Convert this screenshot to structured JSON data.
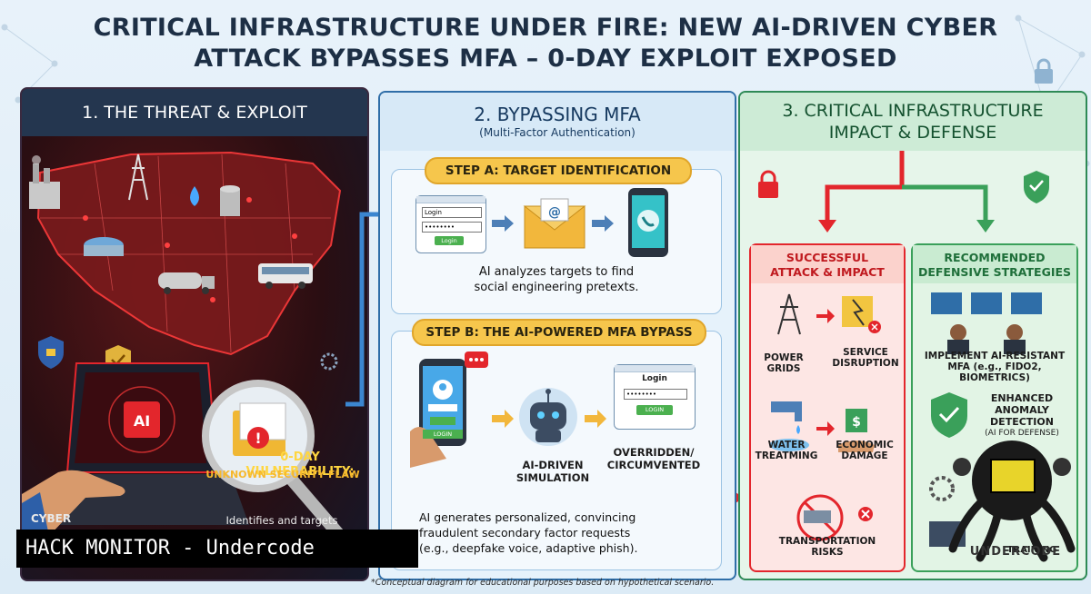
{
  "title": {
    "line1": "CRITICAL INFRASTRUCTURE UNDER FIRE: NEW AI-DRIVEN CYBER",
    "line2": "ATTACK BYPASSES MFA – 0-DAY EXPLOIT EXPOSED"
  },
  "panel1": {
    "heading": "1. THE THREAT & EXPLOIT",
    "ai_screen": "AI",
    "vuln_title": "0-DAY VULNERABILITY:",
    "vuln_sub": "UNKNOWN SECURITY FLAW",
    "identifies": "Identifies and targets",
    "cyber": "CYBER"
  },
  "panel2": {
    "heading": "2. BYPASSING MFA",
    "subheading": "(Multi-Factor Authentication)",
    "step_a": {
      "pill": "STEP A: TARGET IDENTIFICATION",
      "login_label": "Login",
      "password_mask": "••••••••",
      "button": "Login",
      "caption1": "AI analyzes targets to find",
      "caption2": "social engineering pretexts."
    },
    "step_b": {
      "pill": "STEP B: THE AI-POWERED MFA BYPASS",
      "phone_mask": "••••••",
      "phone_button": "LOGIN",
      "login_label": "Login",
      "login_mask": "••••••••",
      "login_button": "LOGIN",
      "sim1": "AI-DRIVEN",
      "sim2": "SIMULATION",
      "over1": "OVERRIDDEN/",
      "over2": "CIRCUMVENTED",
      "caption1": "AI generates personalized, convincing",
      "caption2": "fraudulent secondary factor requests",
      "caption3": "(e.g., deepfake voice, adaptive phish)."
    }
  },
  "panel3": {
    "heading1": "3. CRITICAL INFRASTRUCTURE",
    "heading2": "IMPACT & DEFENSE",
    "attack": {
      "head1": "SUCCESSFUL",
      "head2": "ATTACK & IMPACT",
      "power1": "POWER",
      "power2": "GRIDS",
      "service1": "SERVICE",
      "service2": "DISRUPTION",
      "water1": "WATER",
      "water2": "TREATMING",
      "econ1": "ECONOMIC",
      "econ2": "DAMAGE",
      "trans1": "TRANSPORTATION",
      "trans2": "RISKS"
    },
    "defense": {
      "head1": "RECOMMENDED",
      "head2": "DEFENSIVE STRATEGIES",
      "mfa1": "IMPLEMENT AI-RESISTANT",
      "mfa2": "MFA (e.g., FIDO2, BIOMETRICS)",
      "anom1": "ENHANCED",
      "anom2": "ANOMALY",
      "anom3": "DETECTION",
      "anom4": "(AI FOR DEFENSE)",
      "training": "TRAINING",
      "logo_text": "UNDERCODE"
    }
  },
  "watermark": "HACK MONITOR - Undercode",
  "footnote": "*Conceptual diagram for educational purposes based on hypothetical scenario.",
  "colors": {
    "navy": "#1d2f45",
    "threat_red": "#e3262c",
    "accent_yellow": "#f6c64c",
    "blue_panel": "#2f6ea8",
    "green_panel": "#2e8a56"
  }
}
